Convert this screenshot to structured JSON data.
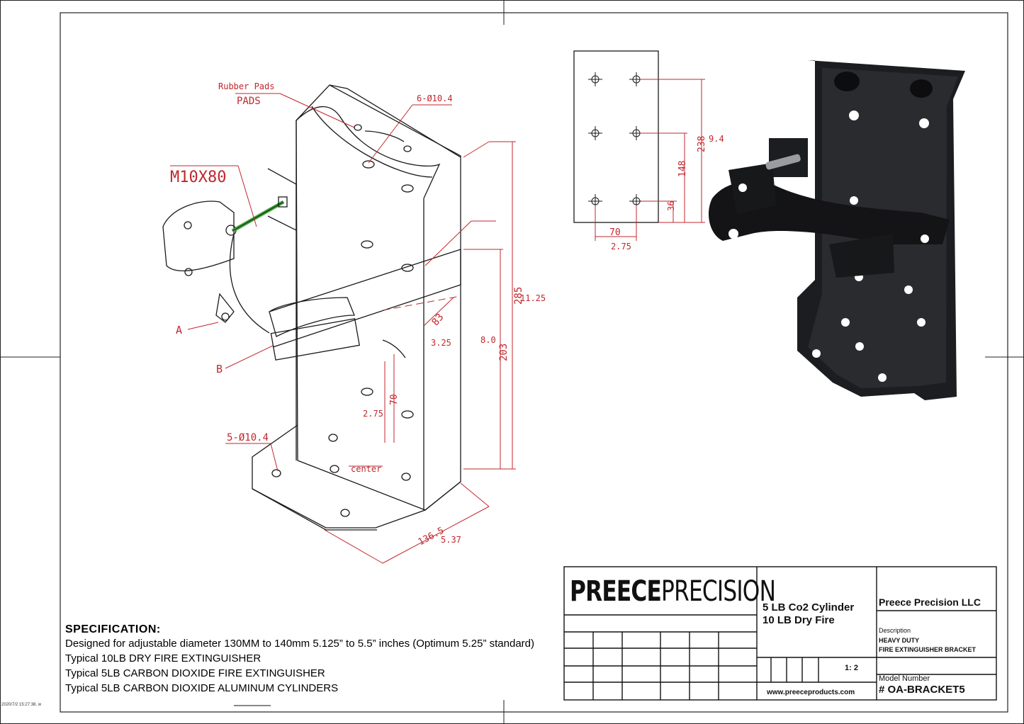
{
  "labels": {
    "rubber_pads": "Rubber Pads",
    "pads": "PADS",
    "bolt": "M10X80",
    "holes_top": "6-Ø10.4",
    "holes_bottom": "5-Ø10.4",
    "point_a": "A",
    "point_b": "B",
    "center": "center"
  },
  "dimensions": {
    "d83": "83",
    "d3_25": "3.25",
    "d70_side": "70",
    "d2_75_side": "2.75",
    "d203": "203",
    "d8_0": "8.0",
    "d285": "285",
    "d11_25": "11.25",
    "d136_5": "136.5",
    "d5_37": "5.37",
    "plate_238": "238",
    "plate_148": "148",
    "plate_36": "36",
    "plate_9_4": "9.4",
    "plate_70": "70",
    "plate_2_75": "2.75"
  },
  "title_block": {
    "logo_bold": "PREECE",
    "logo_light": "PRECISION",
    "product_line1": "5 LB Co2 Cylinder",
    "product_line2": "10 LB Dry Fire",
    "company": "Preece Precision LLC",
    "description_label": "Description",
    "description_line1": "HEAVY DUTY",
    "description_line2": "FIRE EXTINGUISHER BRACKET",
    "scale": "1: 2",
    "model_label": "Model Number",
    "model_number": "# OA-BRACKET5",
    "website": "www.preeceproducts.com"
  },
  "specification": {
    "title": "SPECIFICATION:",
    "lines": [
      "Designed for adjustable diameter 130MM to 140mm  5.125” to 5.5” inches (Optimum 5.25” standard)",
      "Typical 10LB DRY FIRE EXTINGUISHER",
      "Typical 5LB CARBON DIOXIDE FIRE EXTINGUISHER",
      "Typical 5LB CARBON DIOXIDE ALUMINUM CYLINDERS"
    ]
  },
  "timestamp": "2020/7/2 15:27:38, w",
  "colors": {
    "dimension": "#c0272d",
    "line": "#1a1a1a",
    "bolt": "#3aa335",
    "bracket_photo": "#1c1d20"
  }
}
